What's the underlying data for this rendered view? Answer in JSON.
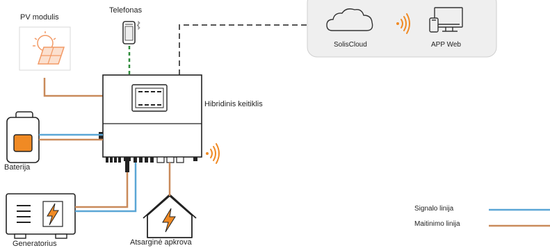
{
  "labels": {
    "pv": "PV modulis",
    "phone": "Telefonas",
    "inverter": "Hibridinis keitiklis",
    "battery": "Baterija",
    "generator": "Generatorius",
    "backup_load": "Atsarginė apkrova",
    "cloud": "SolisCloud",
    "app_web": "APP Web"
  },
  "legend": {
    "signal": "Signalo linija",
    "power": "Maitinimo  linija"
  },
  "colors": {
    "signal_line": "#5aa6d6",
    "power_line": "#c98a5a",
    "data_line_dashed": "#555555",
    "phone_link": "#2e8b3a",
    "accent_orange": "#f08a24",
    "cloud_panel_fill": "#efefef"
  }
}
